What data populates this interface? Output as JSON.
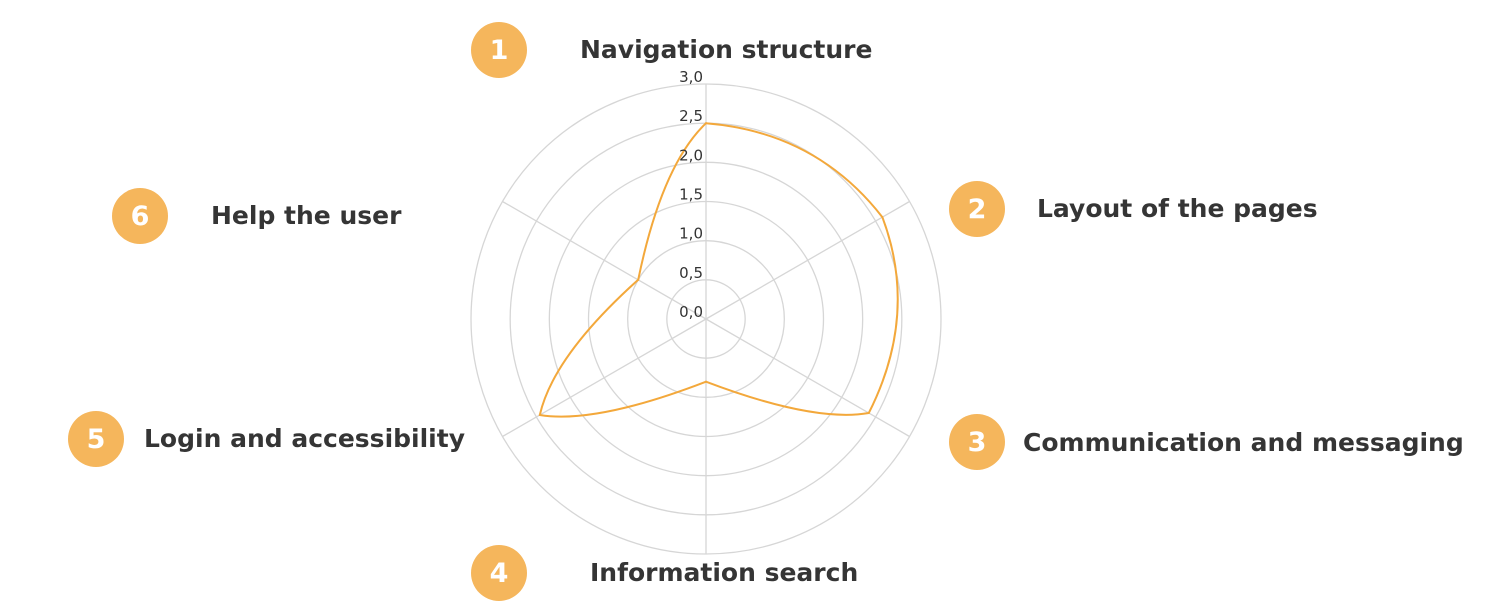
{
  "chart_data": {
    "type": "radar",
    "axis_range": [
      0,
      3
    ],
    "ticks": [
      "0,0",
      "0,5",
      "1,0",
      "1,5",
      "2,0",
      "2,5",
      "3,0"
    ],
    "grid": true,
    "line_color": "#f3a83b",
    "badge_color": "#f5b65c",
    "categories": [
      {
        "number": "1",
        "label": "Navigation structure",
        "value": 2.5
      },
      {
        "number": "2",
        "label": "Layout of the pages",
        "value": 2.6
      },
      {
        "number": "3",
        "label": "Communication and messaging",
        "value": 2.4
      },
      {
        "number": "4",
        "label": "Information search",
        "value": 0.8
      },
      {
        "number": "5",
        "label": "Login and accessibility",
        "value": 2.45
      },
      {
        "number": "6",
        "label": "Help the user",
        "value": 1.0
      }
    ]
  }
}
